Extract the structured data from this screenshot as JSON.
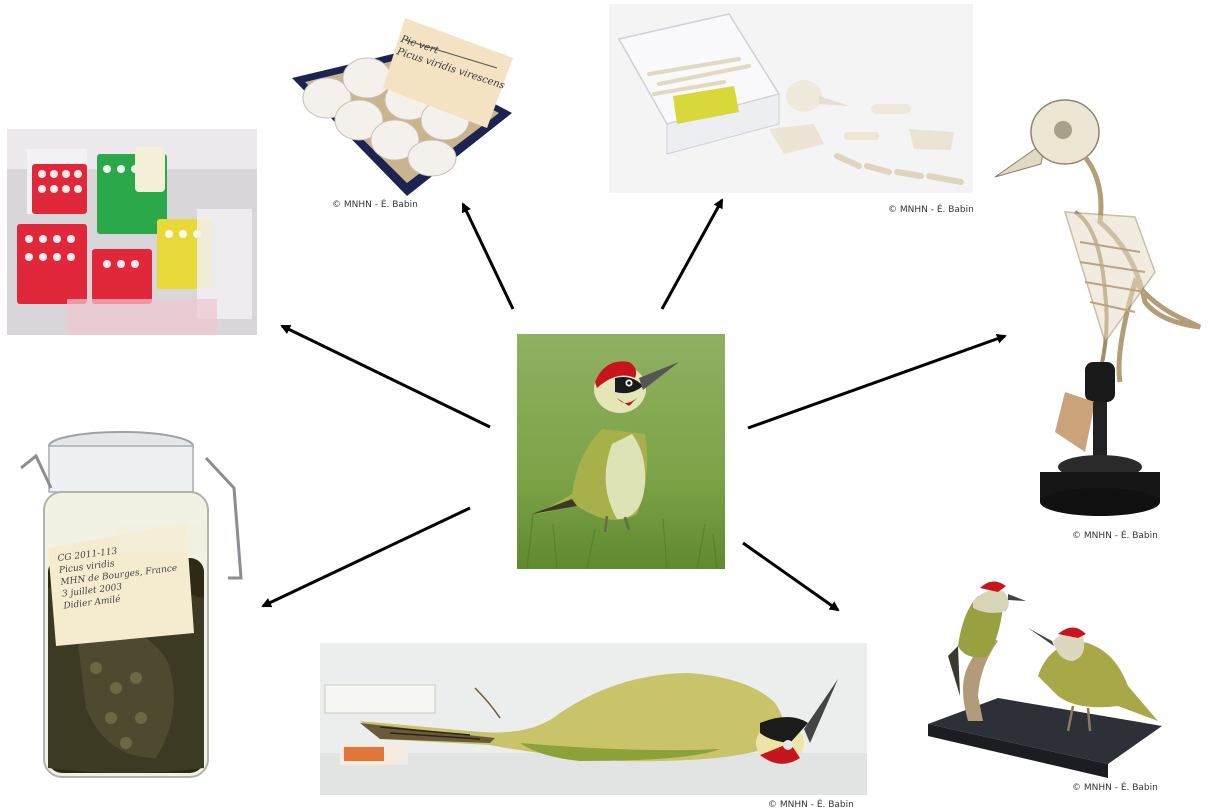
{
  "credits": {
    "eggs": "© MNHN - É. Babin",
    "bones": "© MNHN - É. Babin",
    "skeleton": "© MNHN - É. Babin",
    "mounted_pair": "© MNHN - É. Babin",
    "study_skin": "© MNHN - É. Babin"
  },
  "egg_box_label": [
    "Pic vert",
    "Picus viridis virescens"
  ],
  "jar_label": [
    "CG 2011-113",
    "Picus viridis",
    "MHN de Bourges, France",
    "3 juillet 2003",
    "Didier Amilé"
  ],
  "colors": {
    "arrow": "#000000",
    "woodpecker_green": "#a8b04a",
    "woodpecker_red": "#c8141c",
    "grass": "#7da34a"
  }
}
